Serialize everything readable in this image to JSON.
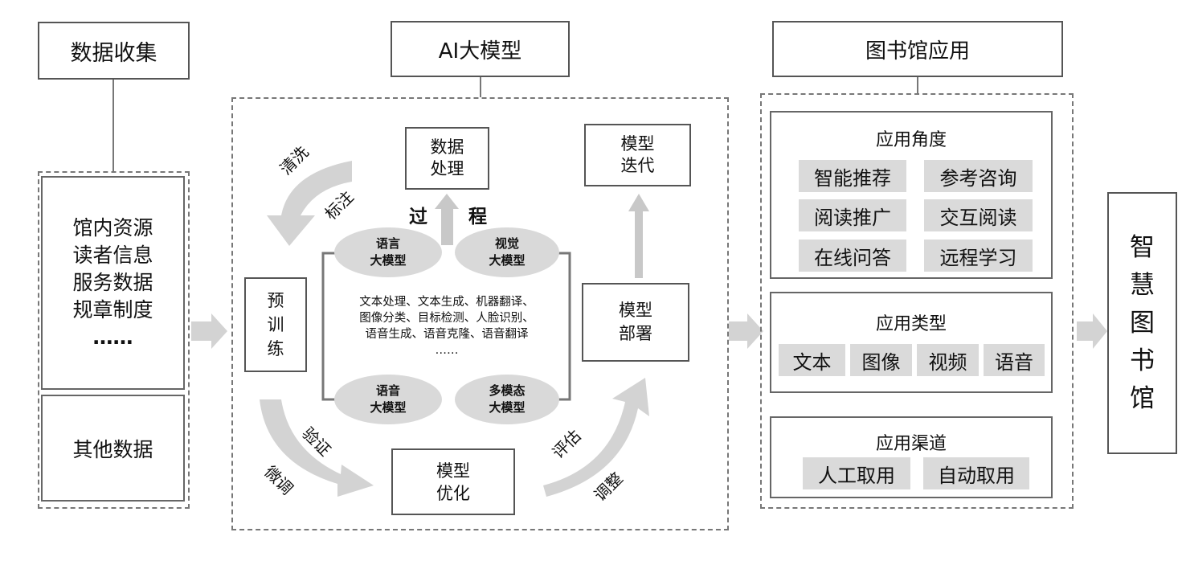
{
  "left": {
    "title": "数据收集",
    "resources": [
      "馆内资源",
      "读者信息",
      "服务数据",
      "规章制度",
      "……"
    ],
    "other": "其他数据"
  },
  "center": {
    "title": "AI大模型",
    "data_processing": "数据\n处理",
    "model_iteration": "模型\n迭代",
    "pretraining": [
      "预",
      "训",
      "练"
    ],
    "deployment": "模型\n部署",
    "optimization": "模型\n优化",
    "process_left": "过",
    "process_right": "程",
    "ellipses": {
      "language": "语言\n大模型",
      "vision": "视觉\n大模型",
      "speech": "语音\n大模型",
      "multimodal": "多模态\n大模型"
    },
    "tasks": [
      "文本处理、文本生成、机器翻译、",
      "图像分类、目标检测、人脸识别、",
      "语音生成、语音克隆、语音翻译",
      "……"
    ],
    "arrow_labels": {
      "clean": "清洗",
      "annotate": "标注",
      "verify": "验证",
      "finetune": "微调",
      "evaluate": "评估",
      "adjust": "调整"
    }
  },
  "right": {
    "title": "图书馆应用",
    "angle": {
      "title": "应用角度",
      "items": [
        "智能推荐",
        "参考咨询",
        "阅读推广",
        "交互阅读",
        "在线问答",
        "远程学习"
      ]
    },
    "types": {
      "title": "应用类型",
      "items": [
        "文本",
        "图像",
        "视频",
        "语音"
      ]
    },
    "channels": {
      "title": "应用渠道",
      "items": [
        "人工取用",
        "自动取用"
      ]
    }
  },
  "result": [
    "智",
    "慧",
    "图",
    "书",
    "馆"
  ],
  "colors": {
    "arrow": "#d3d3d3",
    "ellipse": "#d9d9d9",
    "chip": "#dadada",
    "border": "#555555"
  }
}
